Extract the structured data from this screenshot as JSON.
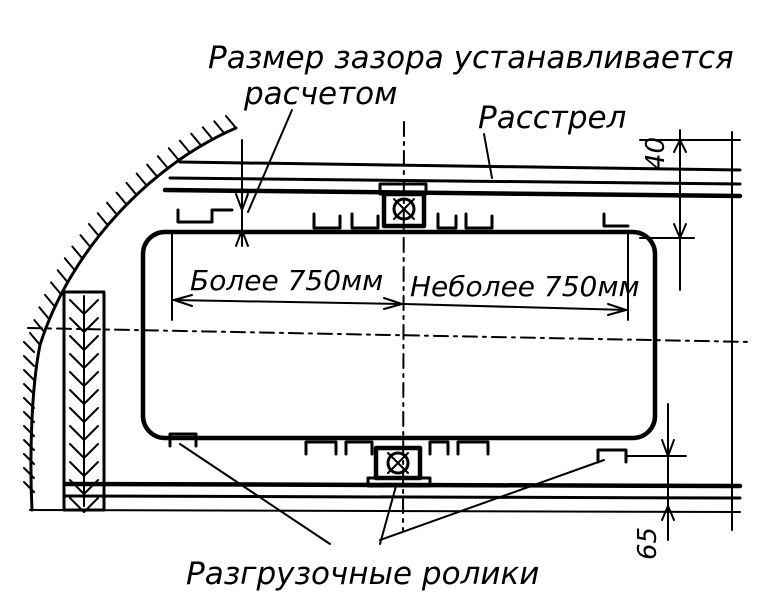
{
  "labels": {
    "gap_note_line1": "Размер зазора устанавливается",
    "gap_note_line2": "расчетом",
    "beam": "Расстрел",
    "more_750": "Более 750мм",
    "not_more_750": "Неболее 750мм",
    "rollers": "Разгрузочные ролики",
    "dim_top": "40",
    "dim_bottom": "65"
  }
}
